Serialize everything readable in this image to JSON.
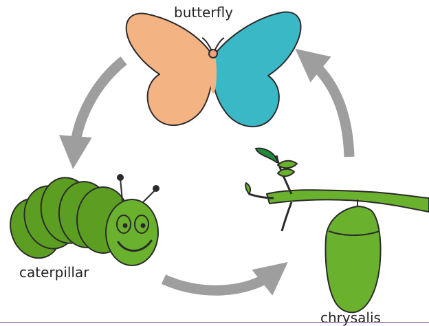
{
  "labels": {
    "butterfly": "butterfly",
    "caterpillar": "caterpillar",
    "chrysalis": "chrysalis"
  },
  "colors": {
    "wing_left": "#f4b383",
    "wing_right": "#3bb8c6",
    "caterpillar_green": "#5c9e22",
    "chrysalis_green": "#6ab12e",
    "leaf_dark": "#1f8a3a",
    "arrow_gray": "#9e9e9e",
    "outline": "#2a2a2a",
    "bottom_rule": "#7b3f98"
  },
  "icons": [
    "butterfly-icon",
    "caterpillar-icon",
    "chrysalis-icon",
    "branch-icon",
    "cycle-arrow-icon"
  ]
}
